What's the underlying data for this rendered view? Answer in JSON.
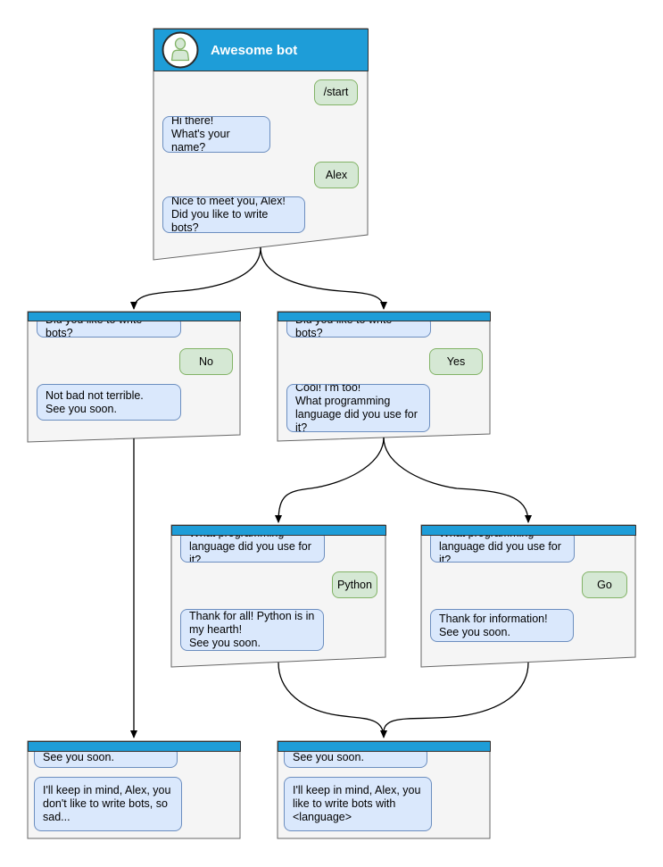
{
  "colors": {
    "header_blue": "#1E9DD8",
    "window_fill": "#F5F5F5",
    "window_border": "#666666",
    "bot_bubble_fill": "#DAE8FC",
    "bot_bubble_border": "#6C8EBF",
    "user_bubble_fill": "#D5E8D4",
    "user_bubble_border": "#82B366",
    "connector": "#000000",
    "title_text": "#FFFFFF"
  },
  "windows": [
    {
      "id": "root",
      "title": "Awesome bot",
      "messages": [
        {
          "from": "user",
          "text": "/start"
        },
        {
          "from": "bot",
          "text": "Hi there!\nWhat's your name?"
        },
        {
          "from": "user",
          "text": "Alex"
        },
        {
          "from": "bot",
          "text": "Nice to meet you, Alex!\nDid you like to write bots?"
        }
      ]
    },
    {
      "id": "branch-no",
      "messages": [
        {
          "from": "bot",
          "text": "Did you like to write bots?"
        },
        {
          "from": "user",
          "text": "No"
        },
        {
          "from": "bot",
          "text": "Not bad not terrible.\nSee you soon."
        }
      ]
    },
    {
      "id": "branch-yes",
      "messages": [
        {
          "from": "bot",
          "text": "Did you like to write bots?"
        },
        {
          "from": "user",
          "text": "Yes"
        },
        {
          "from": "bot",
          "text": "Cool! I'm too!\nWhat programming\nlanguage did you use for it?"
        }
      ]
    },
    {
      "id": "branch-python",
      "messages": [
        {
          "from": "bot",
          "text": "What programming\nlanguage did you use for it?"
        },
        {
          "from": "user",
          "text": "Python"
        },
        {
          "from": "bot",
          "text": "Thank for all! Python is in\nmy hearth!\nSee you soon."
        }
      ]
    },
    {
      "id": "branch-go",
      "messages": [
        {
          "from": "bot",
          "text": "What programming\nlanguage did you use for it?"
        },
        {
          "from": "user",
          "text": "Go"
        },
        {
          "from": "bot",
          "text": "Thank for information!\nSee you soon."
        }
      ]
    },
    {
      "id": "end-no",
      "messages": [
        {
          "from": "bot",
          "text": "See you soon."
        },
        {
          "from": "bot",
          "text": "I'll keep in mind, Alex, you\ndon't like to write bots, so\nsad..."
        }
      ]
    },
    {
      "id": "end-yes",
      "messages": [
        {
          "from": "bot",
          "text": "See you soon."
        },
        {
          "from": "bot",
          "text": "I'll keep in mind, Alex, you\nlike to write bots with\n<language>"
        }
      ]
    }
  ],
  "edges": [
    {
      "from": "root",
      "to": "branch-no"
    },
    {
      "from": "root",
      "to": "branch-yes"
    },
    {
      "from": "branch-yes",
      "to": "branch-python"
    },
    {
      "from": "branch-yes",
      "to": "branch-go"
    },
    {
      "from": "branch-no",
      "to": "end-no"
    },
    {
      "from": "branch-python",
      "to": "end-yes"
    },
    {
      "from": "branch-go",
      "to": "end-yes"
    }
  ]
}
